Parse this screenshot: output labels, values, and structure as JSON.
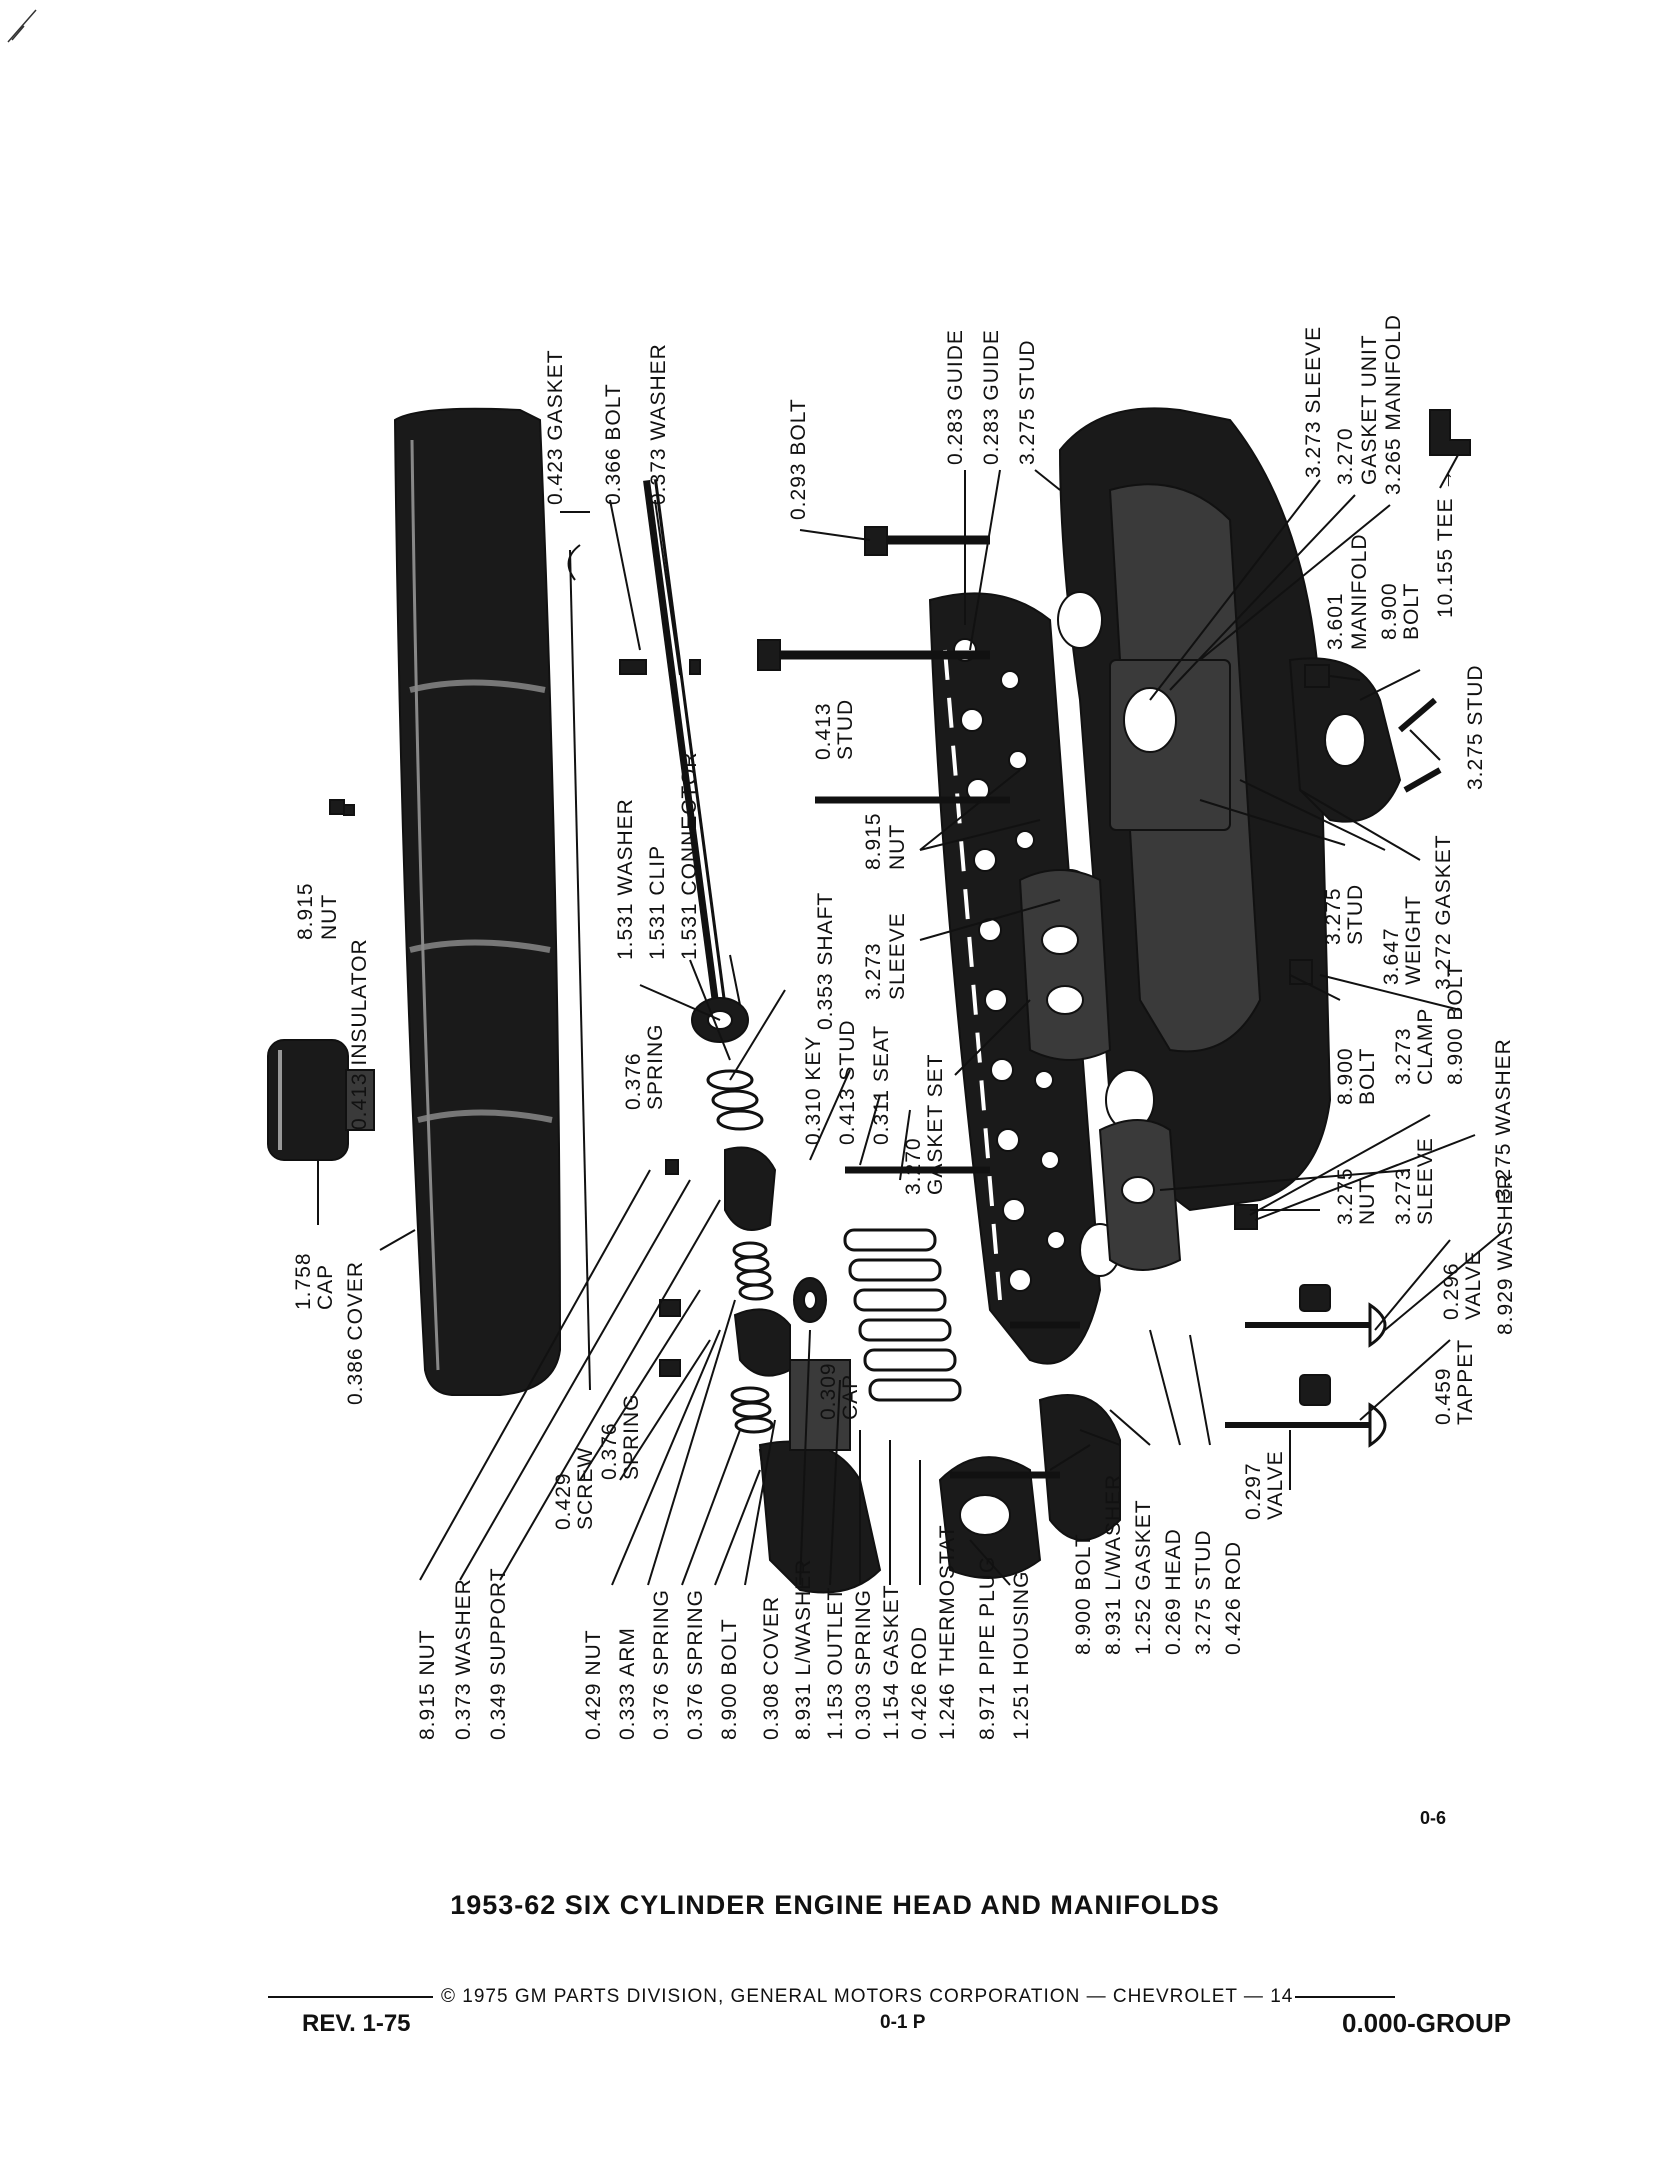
{
  "callouts": [
    {
      "n": "0.423",
      "t": "GASKET"
    },
    {
      "n": "0.366",
      "t": "BOLT"
    },
    {
      "n": "0.373",
      "t": "WASHER"
    },
    {
      "n": "0.293",
      "t": "BOLT"
    },
    {
      "n": "0.283",
      "t": "GUIDE"
    },
    {
      "n": "0.283",
      "t": "GUIDE"
    },
    {
      "n": "3.275",
      "t": "STUD"
    },
    {
      "n": "3.273",
      "t": "SLEEVE"
    },
    {
      "n": "3.270",
      "t": "GASKET UNIT"
    },
    {
      "n": "3.265",
      "t": "MANIFOLD"
    },
    {
      "n": "10.155",
      "t": "TEE"
    },
    {
      "n": "3.601",
      "t": "MANIFOLD"
    },
    {
      "n": "8.900",
      "t": "BOLT"
    },
    {
      "n": "0.413",
      "t": "STUD"
    },
    {
      "n": "3.275",
      "t": "STUD"
    },
    {
      "n": "8.915",
      "t": "NUT"
    },
    {
      "n": "0.413",
      "t": "INSULATOR"
    },
    {
      "n": "1.531",
      "t": "WASHER"
    },
    {
      "n": "1.531",
      "t": "CLIP"
    },
    {
      "n": "1.531",
      "t": "CONNECTOR"
    },
    {
      "n": "8.915",
      "t": "NUT"
    },
    {
      "n": "3.273",
      "t": "SLEEVE"
    },
    {
      "n": "0.353",
      "t": "SHAFT"
    },
    {
      "n": "3.275",
      "t": "STUD"
    },
    {
      "n": "3.647",
      "t": "WEIGHT"
    },
    {
      "n": "3.272",
      "t": "GASKET"
    },
    {
      "n": "0.376",
      "t": "SPRING"
    },
    {
      "n": "0.310",
      "t": "KEY"
    },
    {
      "n": "0.413",
      "t": "STUD"
    },
    {
      "n": "0.311",
      "t": "SEAT"
    },
    {
      "n": "3.270",
      "t": "GASKET SET"
    },
    {
      "n": "3.273",
      "t": "CLAMP"
    },
    {
      "n": "8.900",
      "t": "BOLT"
    },
    {
      "n": "8.900",
      "t": "BOLT"
    },
    {
      "n": "3.275",
      "t": "WASHER"
    },
    {
      "n": "1.758",
      "t": "CAP"
    },
    {
      "n": "3.275",
      "t": "NUT"
    },
    {
      "n": "3.273",
      "t": "SLEEVE"
    },
    {
      "n": "0.386",
      "t": "COVER"
    },
    {
      "n": "0.296",
      "t": "VALVE"
    },
    {
      "n": "8.929",
      "t": "WASHER"
    },
    {
      "n": "0.309",
      "t": "CAP"
    },
    {
      "n": "0.459",
      "t": "TAPPET"
    },
    {
      "n": "0.429",
      "t": "SCREW"
    },
    {
      "n": "0.376",
      "t": "SPRING"
    },
    {
      "n": "0.297",
      "t": "VALVE"
    },
    {
      "n": "8.915",
      "t": "NUT"
    },
    {
      "n": "0.373",
      "t": "WASHER"
    },
    {
      "n": "0.349",
      "t": "SUPPORT"
    },
    {
      "n": "0.429",
      "t": "NUT"
    },
    {
      "n": "0.333",
      "t": "ARM"
    },
    {
      "n": "0.376",
      "t": "SPRING"
    },
    {
      "n": "0.376",
      "t": "SPRING"
    },
    {
      "n": "8.900",
      "t": "BOLT"
    },
    {
      "n": "0.308",
      "t": "COVER"
    },
    {
      "n": "8.931",
      "t": "L/WASHER"
    },
    {
      "n": "1.153",
      "t": "OUTLET"
    },
    {
      "n": "0.303",
      "t": "SPRING"
    },
    {
      "n": "1.154",
      "t": "GASKET"
    },
    {
      "n": "0.426",
      "t": "ROD"
    },
    {
      "n": "1.246",
      "t": "THERMOSTAT"
    },
    {
      "n": "8.971",
      "t": "PIPE PLUG"
    },
    {
      "n": "1.251",
      "t": "HOUSING"
    },
    {
      "n": "8.900",
      "t": "BOLT"
    },
    {
      "n": "8.931",
      "t": "L/WASHER"
    },
    {
      "n": "1.252",
      "t": "GASKET"
    },
    {
      "n": "0.269",
      "t": "HEAD"
    },
    {
      "n": "3.275",
      "t": "STUD"
    },
    {
      "n": "0.426",
      "t": "ROD"
    }
  ],
  "page_number": "0-6",
  "title": "1953-62 SIX CYLINDER ENGINE HEAD AND MANIFOLDS",
  "copyright": "© 1975 GM PARTS DIVISION, GENERAL MOTORS CORPORATION — CHEVROLET — 14",
  "revision": "REV. 1-75",
  "sheet": "0-1  P",
  "group": "0.000-GROUP"
}
